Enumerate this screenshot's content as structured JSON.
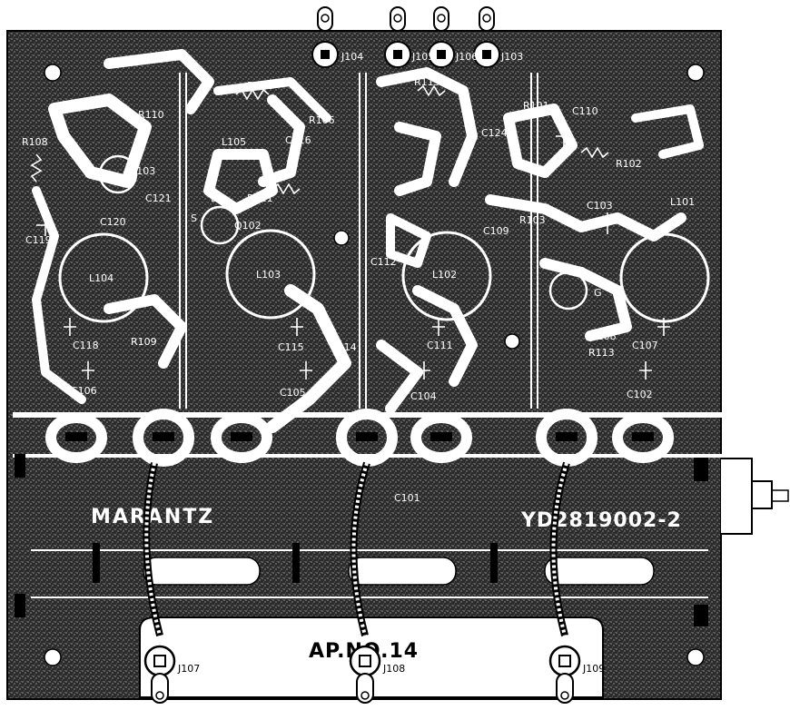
{
  "board": {
    "brand": "MARANTZ",
    "part_no": "YD2819002-2",
    "ap_code": "AP.NO.14",
    "center_ref": "C101"
  },
  "jacks_top": [
    "J104",
    "J105",
    "J106",
    "J103"
  ],
  "jacks_bottom": [
    "J107",
    "J108",
    "J109"
  ],
  "components": [
    {
      "ref": "R112"
    },
    {
      "ref": "R115"
    },
    {
      "ref": "R101"
    },
    {
      "ref": "R102"
    },
    {
      "ref": "R103"
    },
    {
      "ref": "R106"
    },
    {
      "ref": "R108"
    },
    {
      "ref": "R110"
    },
    {
      "ref": "R109"
    },
    {
      "ref": "R113"
    },
    {
      "ref": "R111"
    },
    {
      "ref": "C110"
    },
    {
      "ref": "C103"
    },
    {
      "ref": "C109"
    },
    {
      "ref": "C112"
    },
    {
      "ref": "C124"
    },
    {
      "ref": "C120"
    },
    {
      "ref": "C119"
    },
    {
      "ref": "C115"
    },
    {
      "ref": "C114"
    },
    {
      "ref": "C111"
    },
    {
      "ref": "C108"
    },
    {
      "ref": "C107"
    },
    {
      "ref": "C105"
    },
    {
      "ref": "C104"
    },
    {
      "ref": "C102"
    },
    {
      "ref": "C116"
    },
    {
      "ref": "C118"
    },
    {
      "ref": "C121"
    },
    {
      "ref": "C106"
    },
    {
      "ref": "L101"
    },
    {
      "ref": "L102"
    },
    {
      "ref": "L103"
    },
    {
      "ref": "L104"
    },
    {
      "ref": "L105"
    },
    {
      "ref": "H101"
    },
    {
      "ref": "H103"
    },
    {
      "ref": "Q102"
    },
    {
      "ref": "D"
    },
    {
      "ref": "G"
    },
    {
      "ref": "S"
    }
  ]
}
